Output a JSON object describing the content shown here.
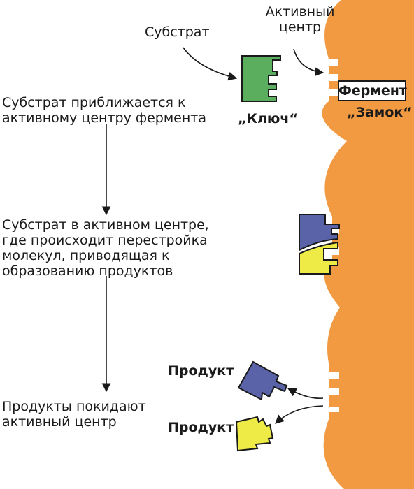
{
  "labels": {
    "substrate": "Субстрат",
    "active_site": [
      "Активный",
      "центр"
    ],
    "enzyme": "Фермент",
    "lock": "„Замок“",
    "key": "„Ключ“",
    "product_1": "Продукт",
    "product_2": "Продукт"
  },
  "steps": [
    [
      "Субстрат приближается к",
      "активному центру фермента"
    ],
    [
      "Субстрат в активном центре,",
      "где происходит перестройка",
      "молекул, приводящая к",
      "образованию продуктов"
    ],
    [
      "Продукты покидают",
      "активный центр"
    ]
  ],
  "colors": {
    "enzyme": "#f29a41",
    "substrate": "#5cae5f",
    "product_blue": "#5a63a8",
    "product_yellow": "#eeea46",
    "outline": "#1a1a1a"
  }
}
